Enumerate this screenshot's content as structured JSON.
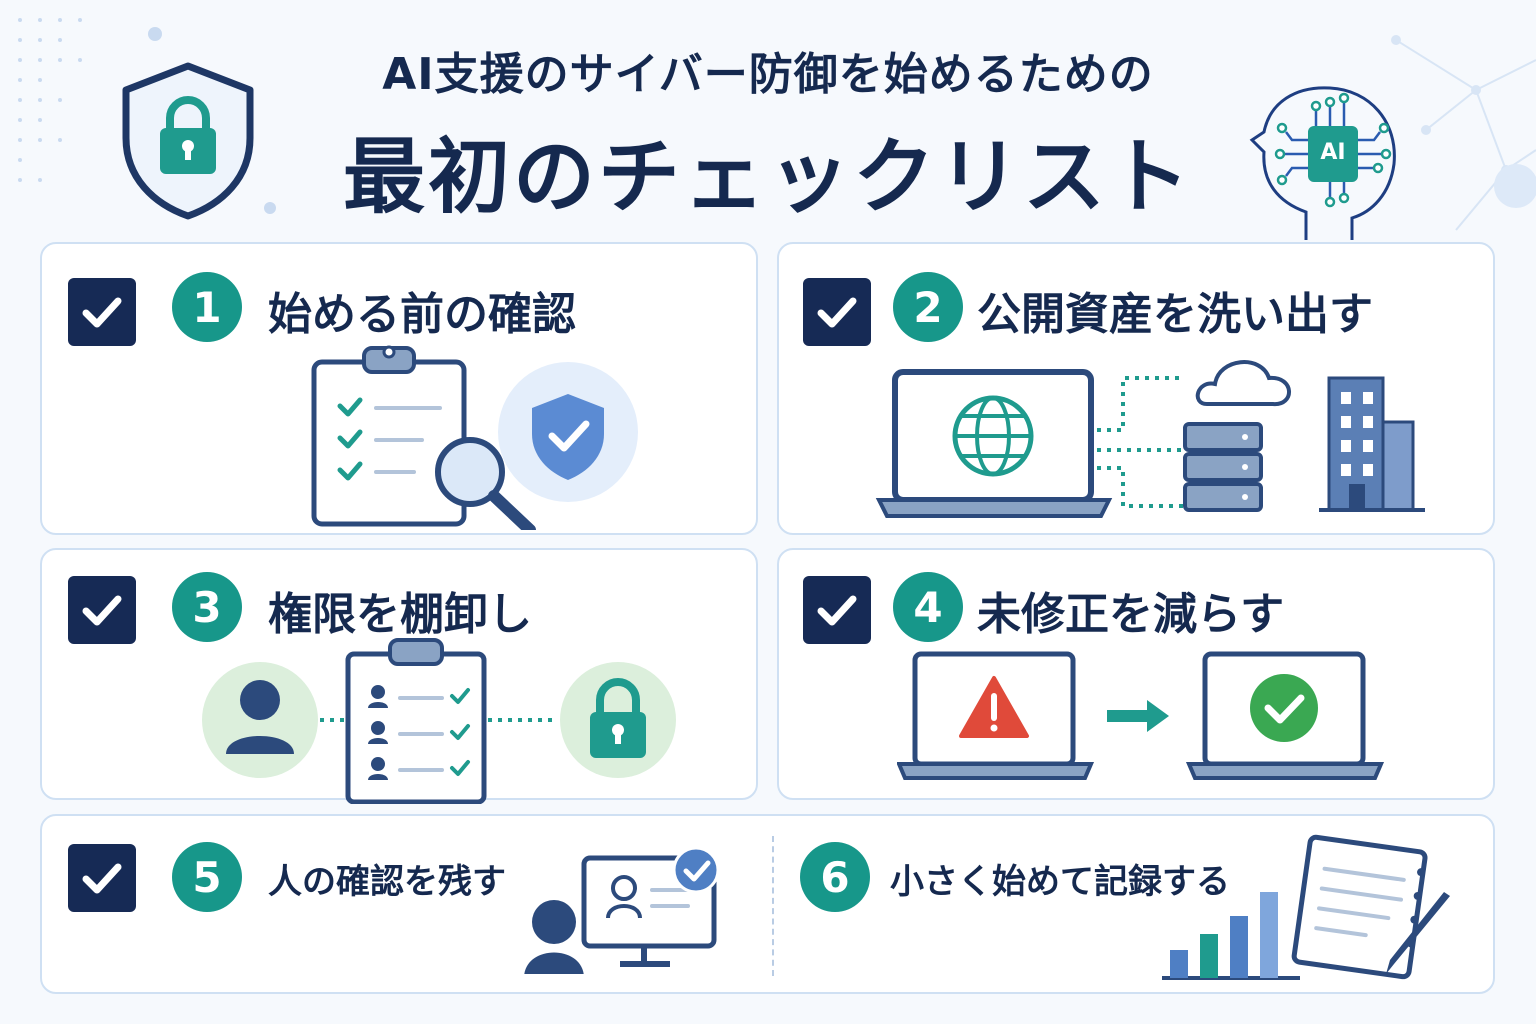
{
  "header": {
    "subtitle": "AI支援のサイバー防御を始めるための",
    "title": "最初のチェックリスト",
    "ai_badge": "AI"
  },
  "items": [
    {
      "number": "1",
      "label": "始める前の確認"
    },
    {
      "number": "2",
      "label": "公開資産を洗い出す"
    },
    {
      "number": "3",
      "label": "権限を棚卸し"
    },
    {
      "number": "4",
      "label": "未修正を減らす"
    },
    {
      "number": "5",
      "label": "人の確認を残す"
    },
    {
      "number": "6",
      "label": "小さく始めて記録する"
    }
  ],
  "colors": {
    "navy": "#15294f",
    "teal": "#17978a",
    "blue": "#4f7fc4",
    "red": "#e04a3a",
    "green": "#3aa852"
  }
}
